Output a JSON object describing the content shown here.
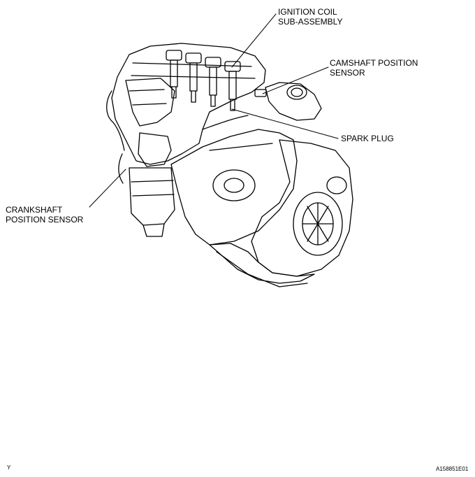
{
  "labels": {
    "ignition_coil": [
      "IGNITION COIL",
      "SUB-ASSEMBLY"
    ],
    "camshaft_sensor": [
      "CAMSHAFT POSITION",
      "SENSOR"
    ],
    "spark_plug": [
      "SPARK PLUG"
    ],
    "crankshaft_sensor": [
      "CRANKSHAFT",
      "POSITION SENSOR"
    ]
  },
  "corner_left": "Y",
  "figure_id": "A158851E01"
}
